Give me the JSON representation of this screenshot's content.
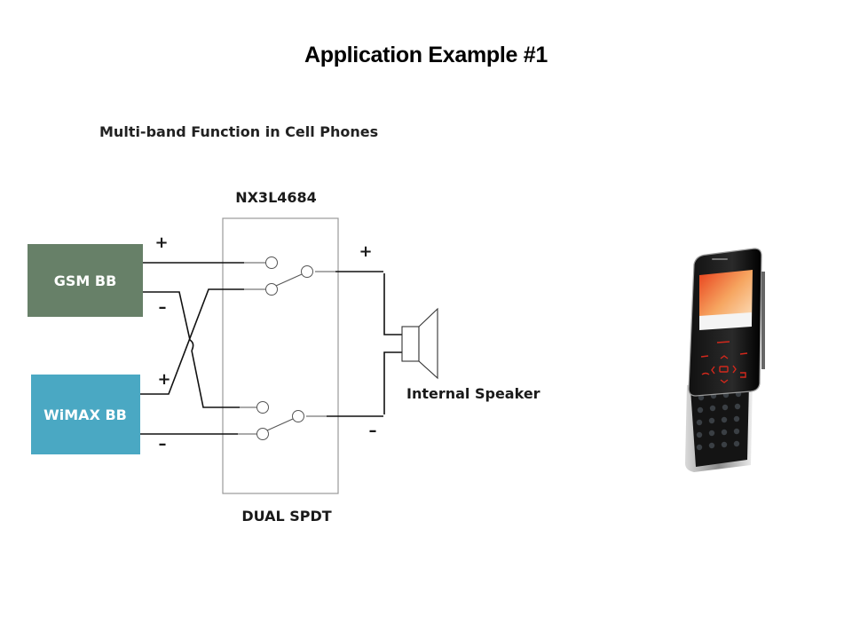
{
  "slide": {
    "title": "Application Example #1",
    "subtitle": "Multi-band Function in Cell Phones"
  },
  "diagram": {
    "chip_label": "NX3L4684",
    "switch_type_label": "DUAL SPDT",
    "speaker_label": "Internal Speaker",
    "blocks": [
      {
        "id": "gsm",
        "label": "GSM BB",
        "color": "#678068"
      },
      {
        "id": "wimax",
        "label": "WiMAX BB",
        "color": "#4aa8c3"
      }
    ],
    "polarity": {
      "gsm_plus": "+",
      "gsm_minus": "–",
      "wimax_plus": "+",
      "wimax_minus": "–",
      "speaker_plus": "+",
      "speaker_minus": "–"
    },
    "colors": {
      "wire": "#111111",
      "switch_outline": "#888888",
      "chip_outline": "#999999"
    }
  },
  "image": {
    "subject": "slider-cell-phone"
  }
}
